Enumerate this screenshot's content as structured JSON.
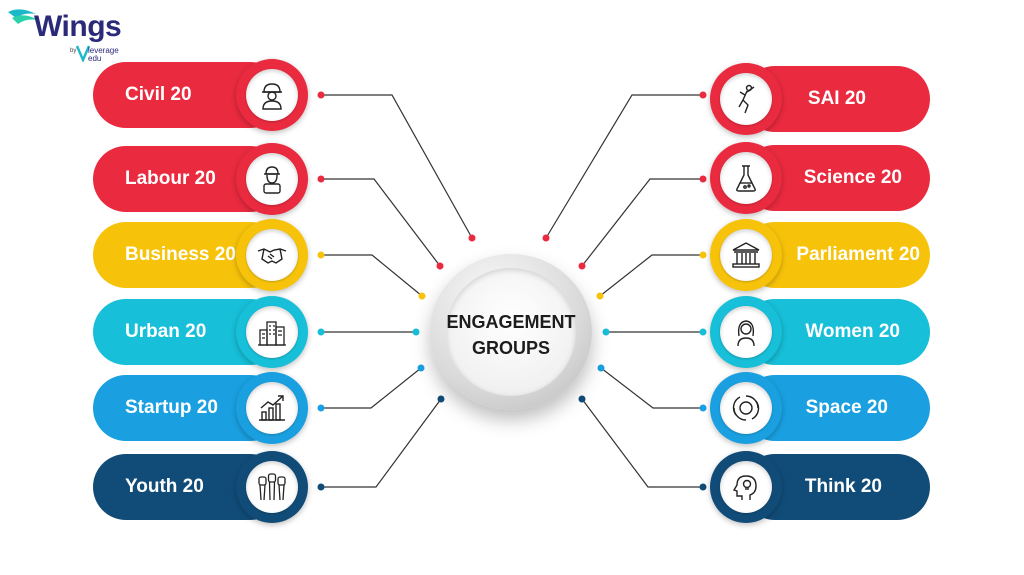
{
  "logo": {
    "brand": "Wings",
    "by": "by",
    "sub_brand_line1": "leverage",
    "sub_brand_line2": "edu"
  },
  "center": {
    "line1": "ENGAGEMENT",
    "line2": "GROUPS"
  },
  "colors": {
    "red": "#ea2a3f",
    "yellow": "#f7c30a",
    "cyan": "#17bfd8",
    "blue": "#1aa0e0",
    "navy": "#114c78"
  },
  "groups_left": [
    {
      "label": "Civil 20",
      "color": "red",
      "icon": "construction-worker-icon"
    },
    {
      "label": "Labour 20",
      "color": "red",
      "icon": "worker-icon"
    },
    {
      "label": "Business 20",
      "color": "yellow",
      "icon": "handshake-icon"
    },
    {
      "label": "Urban 20",
      "color": "cyan",
      "icon": "city-buildings-icon"
    },
    {
      "label": "Startup 20",
      "color": "blue",
      "icon": "growth-chart-icon"
    },
    {
      "label": "Youth 20",
      "color": "navy",
      "icon": "raised-fists-icon"
    }
  ],
  "groups_right": [
    {
      "label": "SAI 20",
      "color": "red",
      "icon": "athlete-icon"
    },
    {
      "label": "Science 20",
      "color": "red",
      "icon": "flask-icon"
    },
    {
      "label": "Parliament 20",
      "color": "yellow",
      "icon": "parliament-building-icon"
    },
    {
      "label": "Women 20",
      "color": "cyan",
      "icon": "woman-icon"
    },
    {
      "label": "Space 20",
      "color": "blue",
      "icon": "orbit-icon"
    },
    {
      "label": "Think 20",
      "color": "navy",
      "icon": "head-idea-icon"
    }
  ]
}
